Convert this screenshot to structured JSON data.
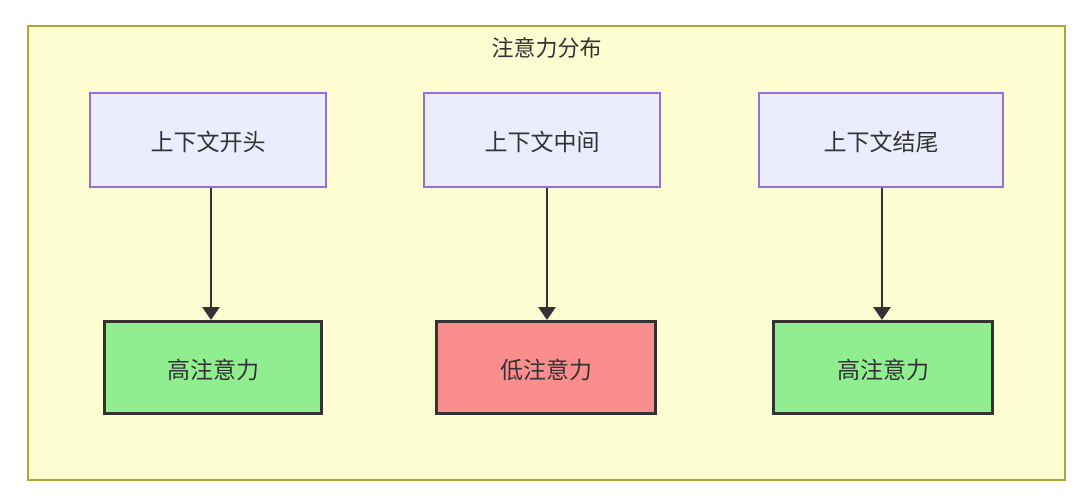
{
  "diagram": {
    "title": "注意力分布",
    "top_nodes": [
      {
        "label": "上下文开头"
      },
      {
        "label": "上下文中间"
      },
      {
        "label": "上下文结尾"
      }
    ],
    "bottom_nodes": [
      {
        "label": "高注意力",
        "level": "high"
      },
      {
        "label": "低注意力",
        "level": "low"
      },
      {
        "label": "高注意力",
        "level": "high"
      }
    ],
    "edges": [
      {
        "from": "上下文开头",
        "to": "高注意力"
      },
      {
        "from": "上下文中间",
        "to": "低注意力"
      },
      {
        "from": "上下文结尾",
        "to": "高注意力"
      }
    ],
    "colors": {
      "canvas_bg": "#ffffff",
      "container_bg": "#fdfdd2",
      "container_border": "#aaaa33",
      "node_bg": "#ececff",
      "node_border": "#9370db",
      "high_bg": "#90ee90",
      "low_bg": "#fc8d8d",
      "strong_border": "#333333",
      "arrow": "#333333",
      "text": "#333333"
    }
  }
}
